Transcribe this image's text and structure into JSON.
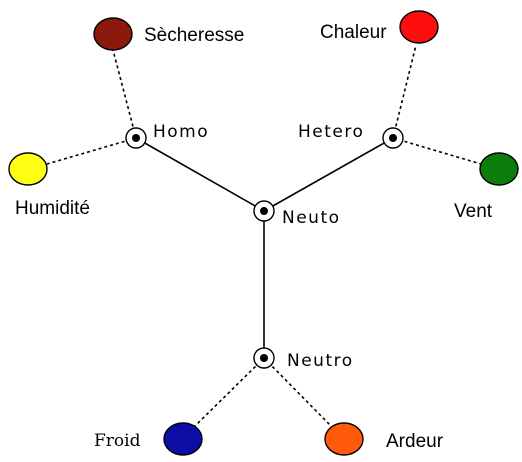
{
  "nodes": {
    "center": {
      "label": "Neuto"
    },
    "upper_left": {
      "label": "Homo"
    },
    "upper_right": {
      "label": "Hetero"
    },
    "bottom": {
      "label": "Neutro"
    }
  },
  "elements": {
    "secheresse": {
      "label": "Sècheresse",
      "color": "#8b1a0c"
    },
    "chaleur": {
      "label": "Chaleur",
      "color": "#ff0d0d"
    },
    "humidite": {
      "label": "Humidité",
      "color": "#ffff14"
    },
    "vent": {
      "label": "Vent",
      "color": "#0a7d0a"
    },
    "froid": {
      "label": "Froid",
      "color": "#0d0da6"
    },
    "ardeur": {
      "label": "Ardeur",
      "color": "#ff5a0a"
    }
  }
}
